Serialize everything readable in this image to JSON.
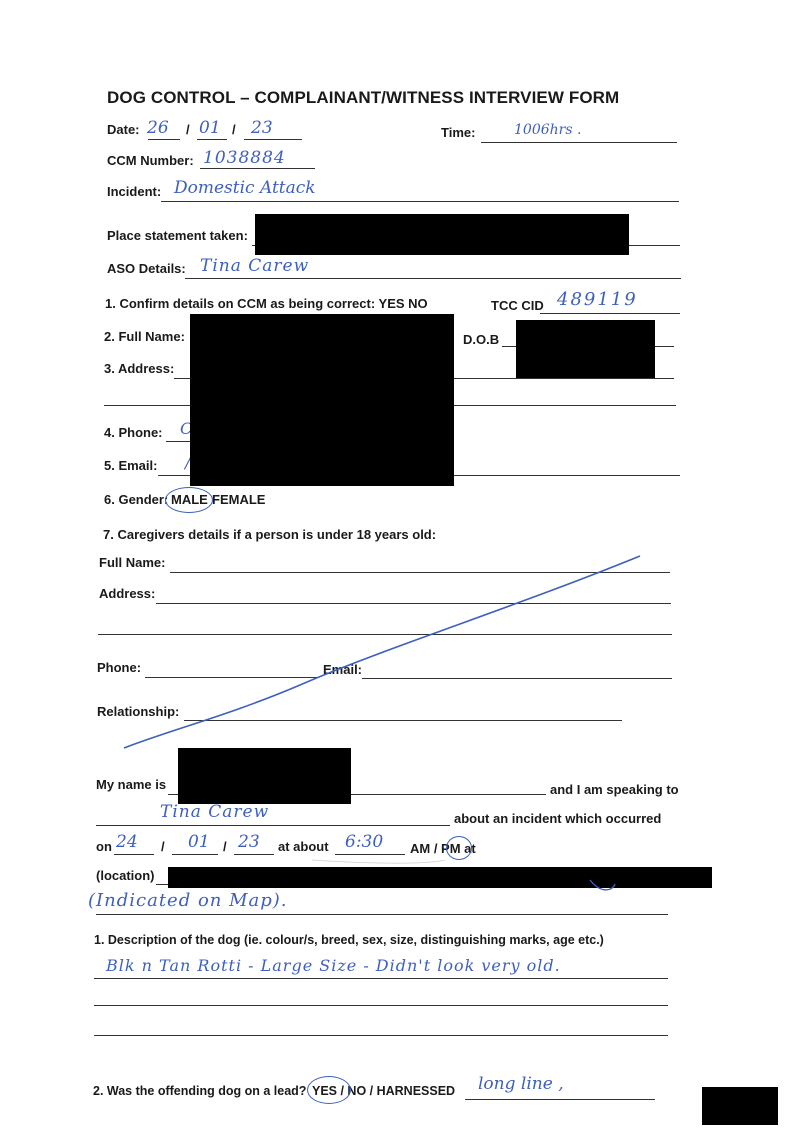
{
  "form": {
    "title": "DOG CONTROL – COMPLAINANT/WITNESS INTERVIEW FORM",
    "date_label": "Date:",
    "date_day": "26",
    "date_month": "01",
    "date_year": "23",
    "time_label": "Time:",
    "time_value": "1006hrs .",
    "ccm_label": "CCM Number:",
    "ccm_value": "1038884",
    "incident_label": "Incident:",
    "incident_value": "Domestic Attack",
    "place_label": "Place statement taken:",
    "aso_label": "ASO Details:",
    "aso_value": "Tina Carew",
    "confirm_label": "1. Confirm details on CCM as being correct: YES NO",
    "tcc_label": "TCC CID",
    "tcc_value": "489119",
    "fullname_label": "2. Full Name:",
    "dob_label": "D.O.B",
    "address_label": "3. Address:",
    "phone_label": "4. Phone:",
    "phone_value_visible": "C",
    "email_label": "5. Email:",
    "email_value_visible": "/",
    "gender_label": "6. Gender:",
    "gender_male": "MALE",
    "gender_female": "FEMALE",
    "caregivers_label": "7. Caregivers details if a person is under 18 years old:",
    "cg_fullname_label": "Full Name:",
    "cg_address_label": "Address:",
    "cg_phone_label": "Phone:",
    "cg_email_label": "Email:",
    "cg_relationship_label": "Relationship:",
    "myname_label": "My name is",
    "speaking_label": "and I am speaking to",
    "speaking_value": "Tina Carew",
    "about_label": "about an incident which occurred",
    "on_label": "on",
    "incident_day": "24",
    "incident_month": "01",
    "incident_year": "23",
    "at_about_label": "at about",
    "incident_time": "6:30",
    "ampm_label": "AM / PM at",
    "location_label": "(location)",
    "location_value": "(Indicated on Map).",
    "q1_label": "1. Description of the dog (ie. colour/s, breed, sex, size, distinguishing marks, age etc.)",
    "q1_value": "Blk n Tan Rotti - Large Size - Didn't look very old.",
    "q2_label": "2. Was the offending dog on a lead?",
    "q2_options": "YES / NO / HARNESSED",
    "q2_value": "long line ,"
  }
}
